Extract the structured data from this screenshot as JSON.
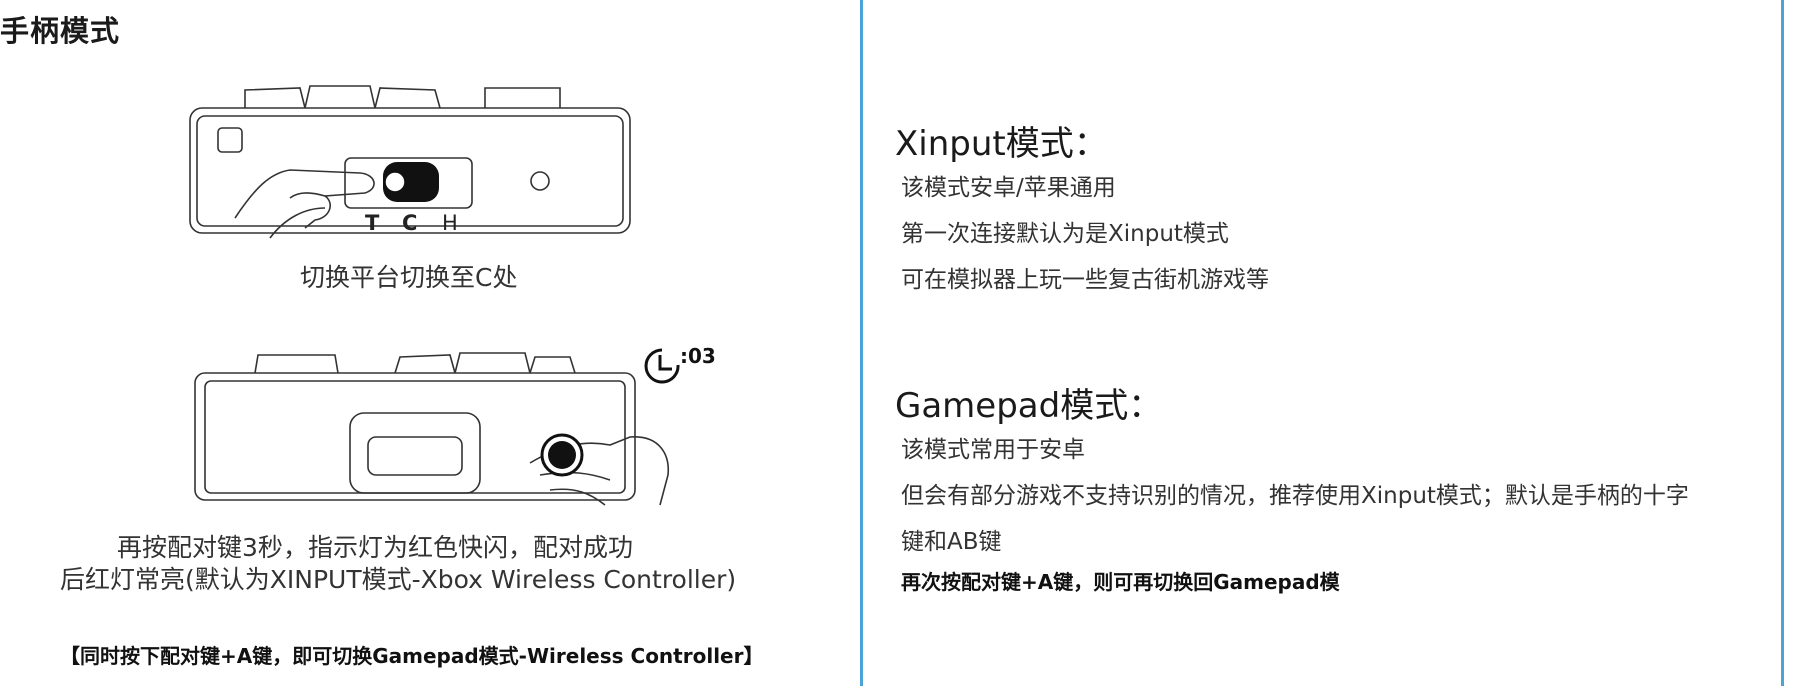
{
  "left": {
    "title": "手柄模式",
    "figure1": {
      "switch_labels": [
        "T",
        "C",
        "H"
      ],
      "caption": "切换平台切换至C处"
    },
    "figure2": {
      "timer_label": ":03",
      "caption_line1": "再按配对键3秒，指示灯为红色快闪，配对成功",
      "caption_line2": "后红灯常亮(默认为XINPUT模式-Xbox Wireless Controller)"
    },
    "bottom_note": "【同时按下配对键+A键，即可切换Gamepad模式-Wireless Controller】"
  },
  "right": {
    "xinput": {
      "heading": "Xinput模式：",
      "lines": [
        "该模式安卓/苹果通用",
        "第一次连接默认为是Xinput模式",
        "可在模拟器上玩一些复古街机游戏等"
      ]
    },
    "gamepad": {
      "heading": "Gamepad模式：",
      "lines": [
        "该模式常用于安卓",
        "但会有部分游戏不支持识别的情况，推荐使用Xinput模式；默认是手柄的十字",
        "键和AB键"
      ],
      "bold_line": "再次按配对键+A键，则可再切换回Gamepad模"
    }
  },
  "colors": {
    "panel_border": "#4ba3d8"
  }
}
